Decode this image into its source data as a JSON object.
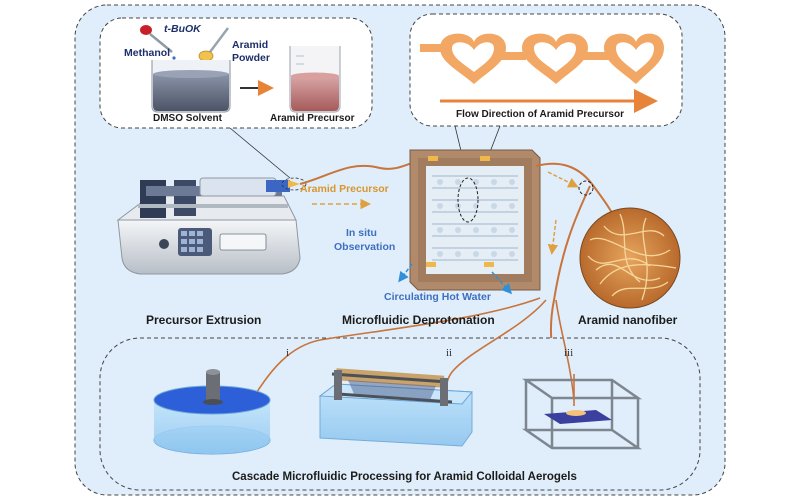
{
  "labels": {
    "tbuok": "t-BuOK",
    "methanol": "Methanol",
    "aramid_powder_1": "Aramid",
    "aramid_powder_2": "Powder",
    "dmso_solvent": "DMSO Solvent",
    "aramid_precursor_beaker": "Aramid Precursor",
    "flow_direction": "Flow Direction of Aramid Precursor",
    "aramid_precursor_tube": "Aramid Precursor",
    "in_situ_1": "In situ",
    "in_situ_2": "Observation",
    "circulating_hot_water": "Circulating Hot Water",
    "precursor_extrusion": "Precursor Extrusion",
    "microfluidic_deprotonation": "Microfluidic Deprotonation",
    "aramid_nanofiber": "Aramid nanofiber",
    "step_i": "i",
    "step_ii": "ii",
    "step_iii": "iii",
    "cascade_title": "Cascade Microfluidic Processing for Aramid Colloidal Aerogels"
  },
  "colors": {
    "background_panel": "#dfeefa",
    "panel_border": "#444444",
    "tube": "#c8743c",
    "flow_channel": "#f2a765",
    "flow_arrow": "#e8843a",
    "chip_frame": "#b08a6a",
    "chip_inner": "#e6eef5",
    "label_blue": "#3f6fc0",
    "label_orange": "#d9962e",
    "nanofiber_disc": "#c77a3a",
    "bath_blue": "#2c5fd8"
  },
  "icons": {
    "dropper": "dropper-icon",
    "spoon": "spoon-icon",
    "beaker": "beaker-icon",
    "syringe_pump": "syringe-pump-icon",
    "microfluidic_chip": "microfluidic-chip-icon",
    "nanofiber": "nanofiber-icon",
    "rotating_bath": "rotating-bath-icon",
    "coating_trough": "coating-trough-icon",
    "printing_frame": "3d-printer-frame-icon"
  }
}
